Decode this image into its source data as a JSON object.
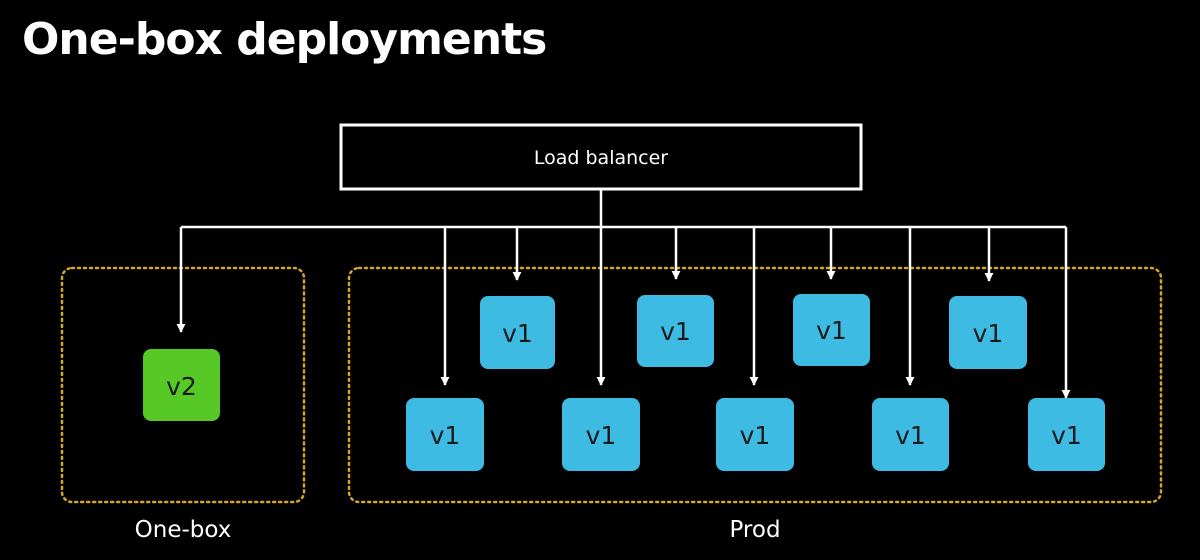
{
  "title": "One-box deployments",
  "load_balancer": {
    "label": "Load balancer"
  },
  "groups": {
    "onebox": {
      "label": "One-box"
    },
    "prod": {
      "label": "Prod"
    }
  },
  "hosts": {
    "onebox": {
      "label": "v2"
    },
    "prod_top": [
      {
        "label": "v1"
      },
      {
        "label": "v1"
      },
      {
        "label": "v1"
      },
      {
        "label": "v1"
      }
    ],
    "prod_bottom": [
      {
        "label": "v1"
      },
      {
        "label": "v1"
      },
      {
        "label": "v1"
      },
      {
        "label": "v1"
      },
      {
        "label": "v1"
      }
    ]
  },
  "colors": {
    "background": "#000000",
    "foreground": "#ffffff",
    "group_border": "#d6a628",
    "v1_fill": "#3ebbe3",
    "v2_fill": "#56c927",
    "host_text": "#1a1a1a"
  }
}
